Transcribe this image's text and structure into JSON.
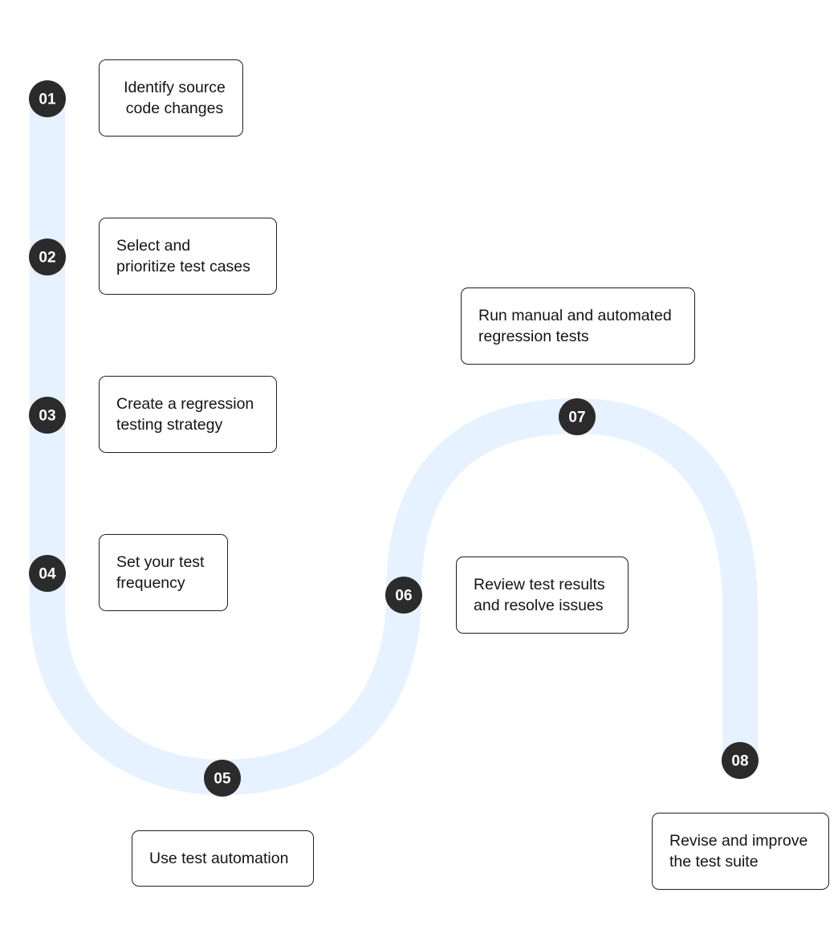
{
  "colors": {
    "path": "#e6f2ff",
    "node_fill": "#2b2b2b",
    "node_text": "#ffffff"
  },
  "steps": [
    {
      "number": "01",
      "label": "Identify source\ncode changes"
    },
    {
      "number": "02",
      "label": "Select and\nprioritize test cases"
    },
    {
      "number": "03",
      "label": "Create a regression\ntesting strategy"
    },
    {
      "number": "04",
      "label": "Set your test\nfrequency"
    },
    {
      "number": "05",
      "label": "Use test automation"
    },
    {
      "number": "06",
      "label": "Review test results\nand resolve issues"
    },
    {
      "number": "07",
      "label": "Run manual and automated\nregression tests"
    },
    {
      "number": "08",
      "label": "Revise and improve\nthe test suite"
    }
  ]
}
